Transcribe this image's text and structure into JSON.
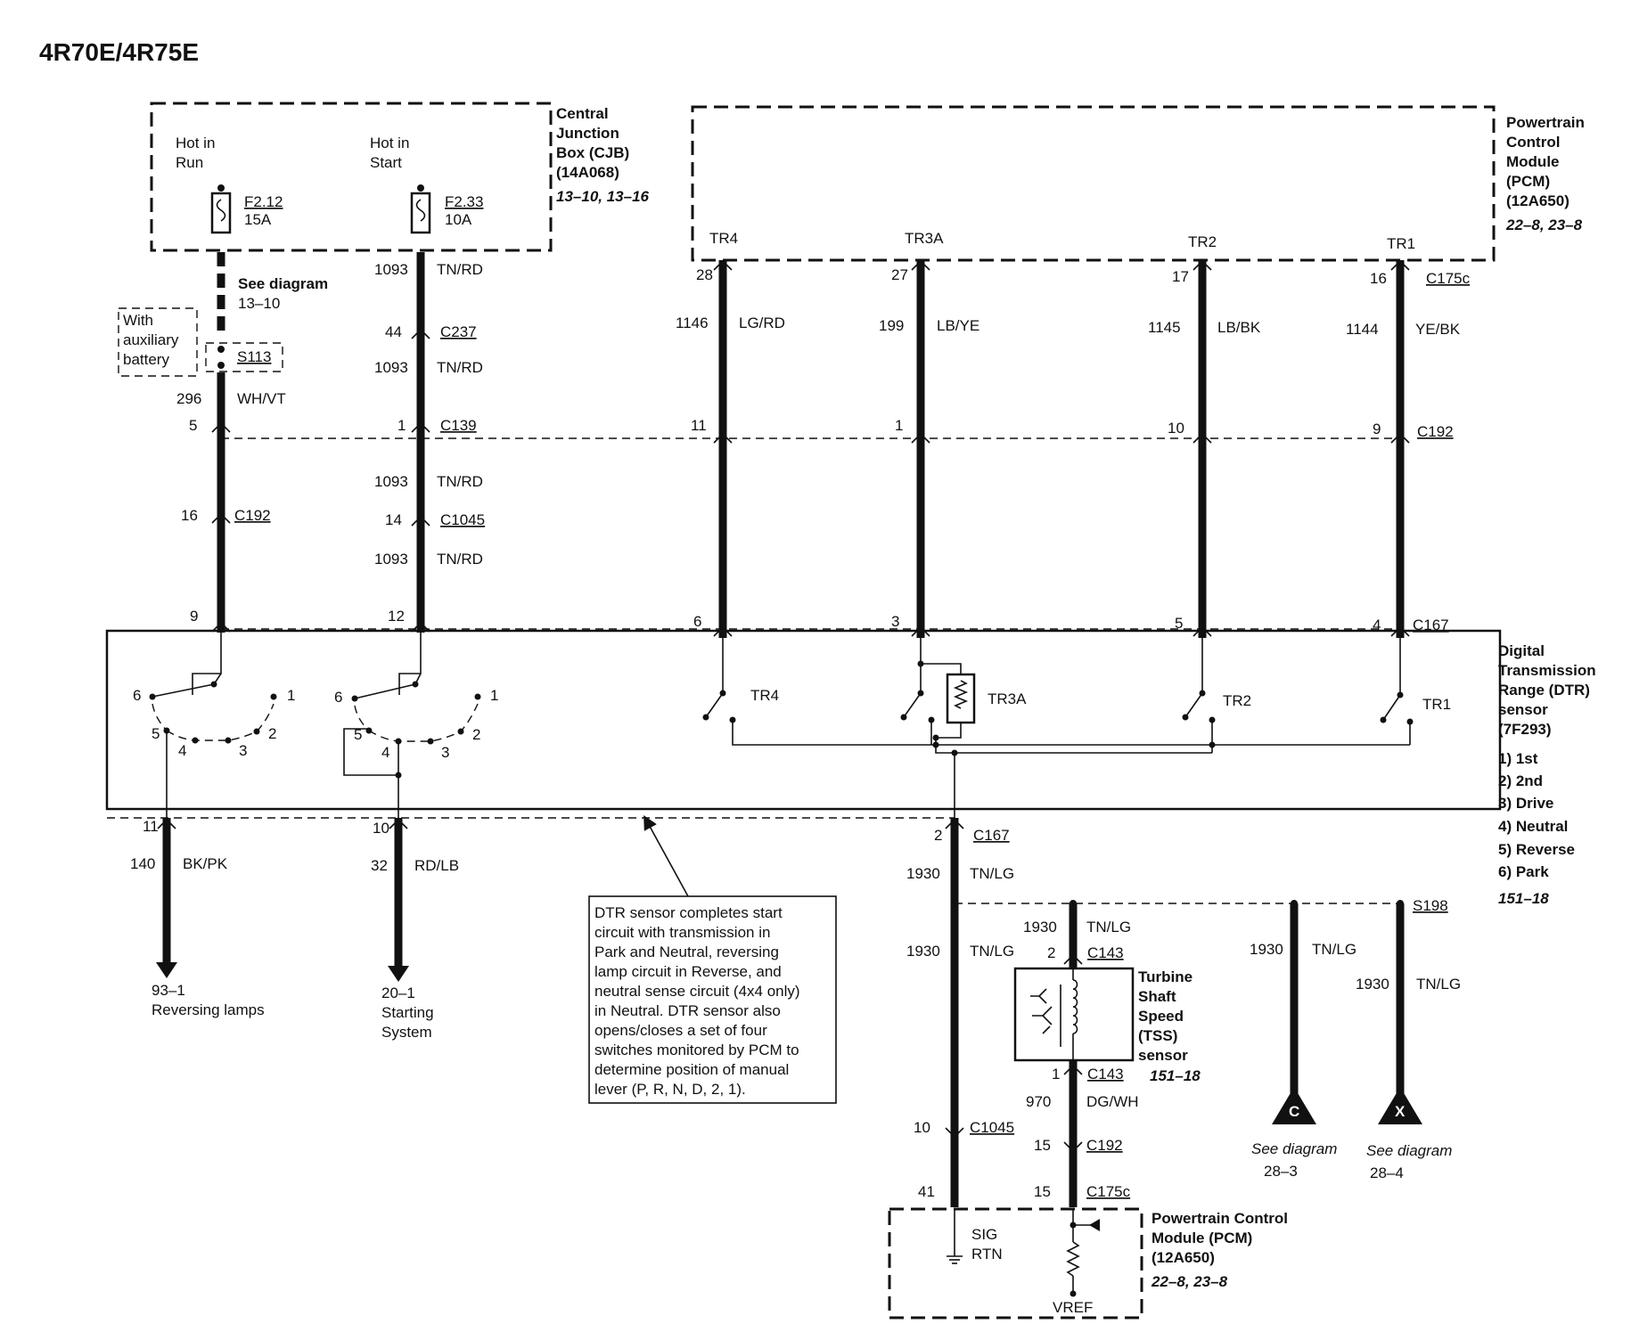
{
  "title": "4R70E/4R75E",
  "cjb": {
    "hot_run": [
      "Hot in",
      "Run"
    ],
    "hot_start": [
      "Hot in",
      "Start"
    ],
    "fuse1": [
      "F2.12",
      "15A"
    ],
    "fuse2": [
      "F2.33",
      "10A"
    ],
    "name": [
      "Central",
      "Junction",
      "Box (CJB)",
      "(14A068)"
    ],
    "ref": "13–10, 13–16"
  },
  "pcm_top": {
    "name": [
      "Powertrain",
      "Control",
      "Module",
      "(PCM)",
      "(12A650)"
    ],
    "ref": "22–8, 23–8",
    "pins": [
      "TR4",
      "TR3A",
      "TR2",
      "TR1"
    ]
  },
  "left_col": {
    "see_diagram": [
      "See diagram",
      "13–10"
    ],
    "aux": [
      "With",
      "auxiliary",
      "battery"
    ],
    "splice": "S113",
    "w1_num": "296",
    "w1_col": "WH/VT",
    "c139_pin_a": "5",
    "c192_pin": "16",
    "c192": "C192",
    "pin9": "9"
  },
  "mid_col": {
    "w1_num": "1093",
    "w1_col": "TN/RD",
    "c237_pin": "44",
    "c237": "C237",
    "w2_num": "1093",
    "w2_col": "TN/RD",
    "c139_pin": "1",
    "c139": "C139",
    "w3_num": "1093",
    "w3_col": "TN/RD",
    "c1045_pin": "14",
    "c1045": "C1045",
    "w4_num": "1093",
    "w4_col": "TN/RD",
    "pin12": "12"
  },
  "tr_wires": [
    {
      "pin_top": "28",
      "num": "1146",
      "col": "LG/RD",
      "c192_pin": "11",
      "c167_pin": "6"
    },
    {
      "pin_top": "27",
      "num": "199",
      "col": "LB/YE",
      "c192_pin": "1",
      "c167_pin": "3"
    },
    {
      "pin_top": "17",
      "num": "1145",
      "col": "LB/BK",
      "c192_pin": "10",
      "c167_pin": "5"
    },
    {
      "pin_top": "16",
      "num": "1144",
      "col": "YE/BK",
      "c192_pin": "9",
      "c167_pin": "4"
    }
  ],
  "conn": {
    "c175c": "C175c",
    "c192": "C192",
    "c167": "C167"
  },
  "dtr": {
    "name": [
      "Digital",
      "Transmission",
      "Range (DTR)",
      "sensor",
      "(7F293)"
    ],
    "positions": [
      "1) 1st",
      "2) 2nd",
      "3) Drive",
      "4) Neutral",
      "5) Reverse",
      "6) Park"
    ],
    "ref": "151–18",
    "switch_labels": [
      "TR4",
      "TR3A",
      "TR2",
      "TR1"
    ],
    "sel_nums": [
      "6",
      "1",
      "5",
      "4",
      "3",
      "2"
    ]
  },
  "out_left": {
    "pin": "11",
    "num": "140",
    "col": "BK/PK",
    "dest": [
      "93–1",
      "Reversing lamps"
    ]
  },
  "out_mid": {
    "pin": "10",
    "num": "32",
    "col": "RD/LB",
    "dest": [
      "20–1",
      "Starting",
      "System"
    ]
  },
  "note": [
    "DTR sensor completes start",
    "circuit with transmission in",
    "Park and Neutral, reversing",
    "lamp circuit in Reverse, and",
    "neutral sense circuit (4x4 only)",
    "in Neutral. DTR sensor also",
    "opens/closes a set of four",
    "switches monitored by PCM to",
    "determine position of manual",
    "lever (P, R, N, D, 2, 1)."
  ],
  "sig": {
    "c167_pin": "2",
    "c167": "C167",
    "w1_num": "1930",
    "w1_col": "TN/LG",
    "splice": "S198",
    "w2_num": "1930",
    "w2_col": "TN/LG",
    "c1045_pin": "10",
    "c1045": "C1045",
    "pin41": "41"
  },
  "tss": {
    "w_num": "1930",
    "w_col": "TN/LG",
    "c143_pin_a": "2",
    "c143": "C143",
    "c143_pin_b": "1",
    "name": [
      "Turbine",
      "Shaft",
      "Speed",
      "(TSS)",
      "sensor"
    ],
    "ref": "151–18",
    "w2_num": "970",
    "w2_col": "DG/WH",
    "c192_pin": "15",
    "c192": "C192",
    "c175_pin": "15",
    "c175": "C175c"
  },
  "branch_c": {
    "num": "1930",
    "col": "TN/LG",
    "letter": "C",
    "dest": [
      "See diagram",
      "28–3"
    ]
  },
  "branch_x": {
    "num": "1930",
    "col": "TN/LG",
    "letter": "X",
    "dest": [
      "See diagram",
      "28–4"
    ]
  },
  "pcm_bot": {
    "sig": [
      "SIG",
      "RTN"
    ],
    "vref": "VREF",
    "name": [
      "Powertrain Control",
      "Module (PCM)",
      "(12A650)"
    ],
    "ref": "22–8, 23–8"
  }
}
